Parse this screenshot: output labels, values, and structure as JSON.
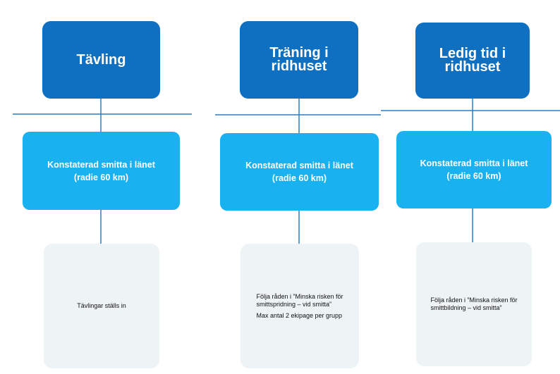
{
  "columns": [
    {
      "top": "Tävling",
      "mid": "Konstaterad smitta i länet\n(radie 60 km)",
      "bottom": [
        "Tävlingar ställs in"
      ]
    },
    {
      "top": "Träning i\nridhuset",
      "mid": "Konstaterad smitta i länet\n(radie 60 km)",
      "bottom": [
        "Följa råden i ”Minska risken för\nsmittspridning – vid smitta”",
        "Max antal 2 ekipage per grupp"
      ]
    },
    {
      "top": "Ledig tid i\nridhuset",
      "mid": "Konstaterad smitta i länet\n(radie 60 km)",
      "bottom": [
        "Följa råden i ”Minska risken för\nsmittbildning – vid smitta”"
      ]
    }
  ],
  "colors": {
    "top_box": "#0f6fc0",
    "mid_box": "#1ab1f1",
    "bottom_box": "#eef3f6",
    "connector": "#2a7fc6"
  }
}
